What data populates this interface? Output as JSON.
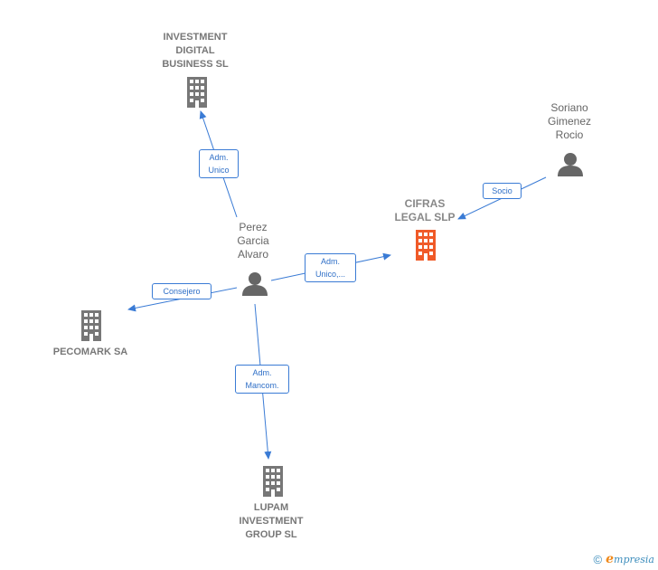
{
  "nodes": {
    "investment_digital": {
      "label": "INVESTMENT\nDIGITAL\nBUSINESS  SL",
      "kind": "company"
    },
    "cifras": {
      "label": "CIFRAS\nLEGAL  SLP",
      "kind": "focus"
    },
    "pecomark": {
      "label": "PECOMARK SA",
      "kind": "company"
    },
    "lupam": {
      "label": "LUPAM\nINVESTMENT\nGROUP  SL",
      "kind": "company"
    },
    "perez": {
      "label": "Perez\nGarcia\nAlvaro",
      "kind": "person"
    },
    "soriano": {
      "label": "Soriano\nGimenez\nRocio",
      "kind": "person"
    }
  },
  "edges": {
    "perez_investment": {
      "label": "Adm.\nUnico"
    },
    "perez_cifras": {
      "label": "Adm.\nUnico,..."
    },
    "perez_pecomark": {
      "label": "Consejero"
    },
    "perez_lupam": {
      "label": "Adm.\nMancom."
    },
    "soriano_cifras": {
      "label": "Socio"
    }
  },
  "colors": {
    "edge": "#3a7bd5",
    "company": "#777777",
    "focus": "#f05a28",
    "person": "#666666"
  },
  "brand": {
    "copyright": "©",
    "name_initial": "e",
    "name_rest": "mpresia"
  }
}
